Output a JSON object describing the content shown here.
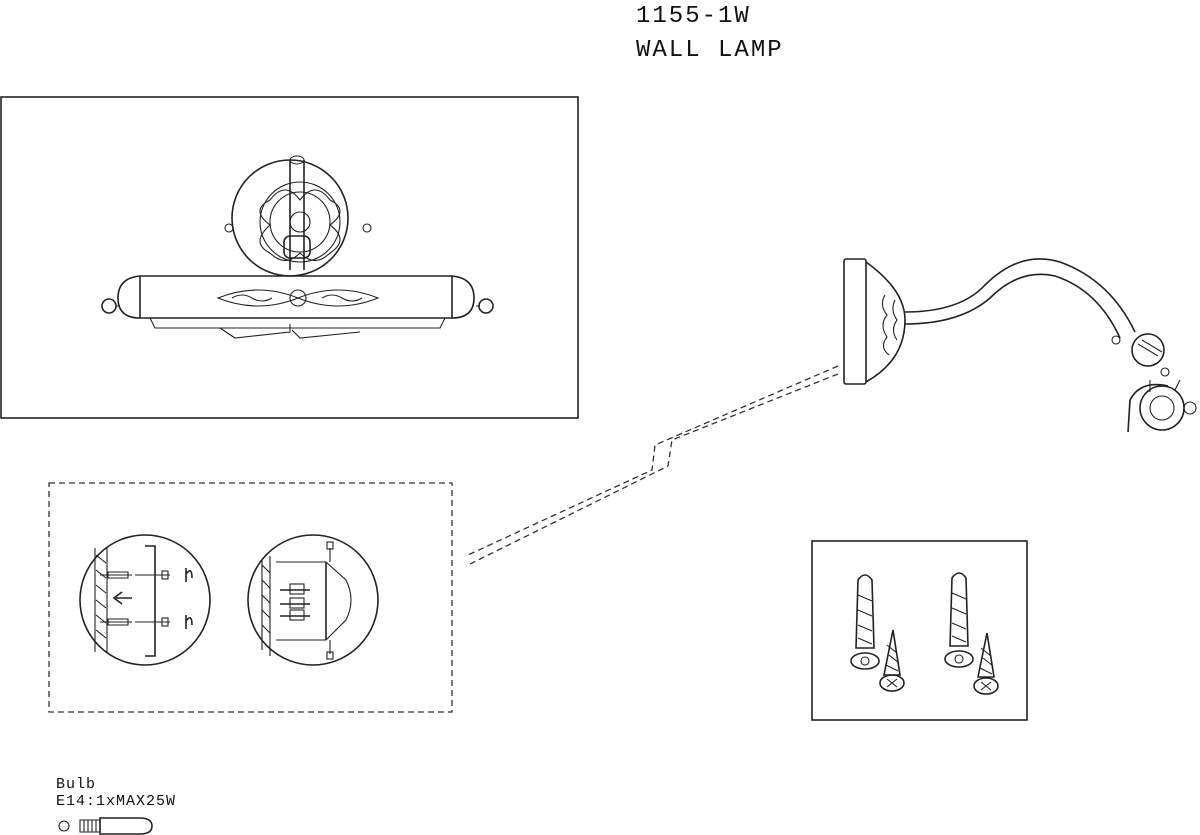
{
  "header": {
    "model": "1155-1W",
    "product": "WALL LAMP"
  },
  "bulb": {
    "label": "Bulb",
    "spec": "E14:1xMAX25W"
  },
  "icons": [
    "front-view-lamp",
    "side-view-lamp",
    "mounting-detail",
    "screw-anchor-kit",
    "bulb-icon"
  ]
}
